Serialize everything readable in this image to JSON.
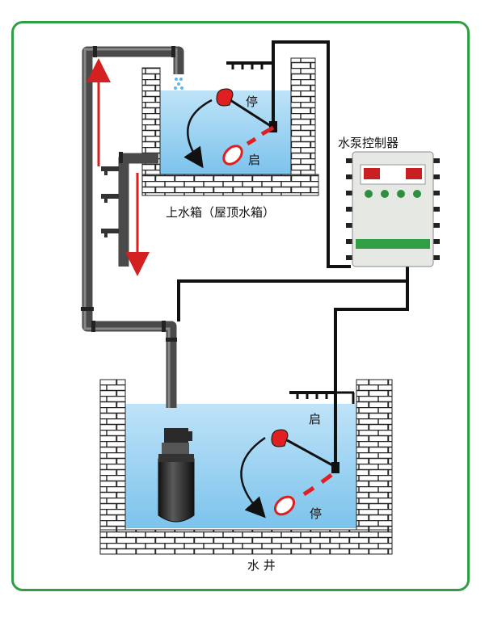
{
  "labels": {
    "upper_tank": "上水箱（屋顶水箱）",
    "controller": "水泵控制器",
    "well": "水  井",
    "upper_stop": "停",
    "upper_start": "启",
    "well_start": "启",
    "well_stop": "停"
  },
  "colors": {
    "frame": "#2f9e44",
    "water": "#a9d8f3",
    "pipe": "#4a4a4a",
    "wire": "#111111",
    "float_red": "#e02020",
    "flow_arrow": "#d42020"
  },
  "icons": {
    "float": "float-ball-icon",
    "pump": "submersible-pump-icon",
    "tap": "tap-icon",
    "flow": "arrow-icon"
  }
}
